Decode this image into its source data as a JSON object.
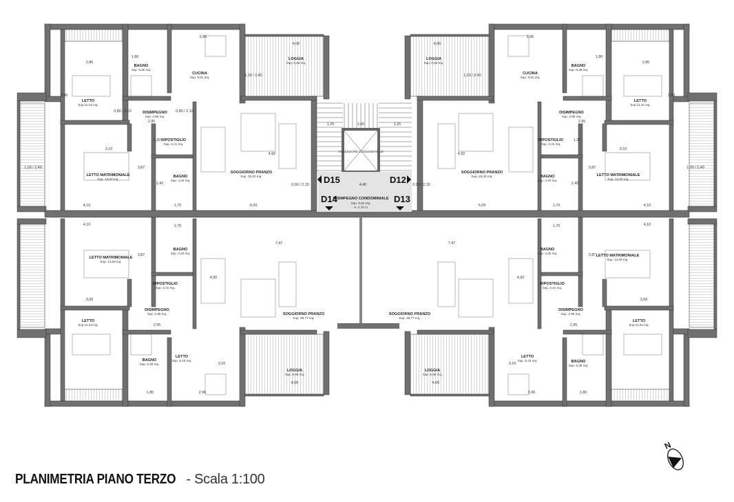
{
  "title": {
    "main": "PLANIMETRIA PIANO TERZO",
    "scale": " - Scala 1:100"
  },
  "compass": {
    "label": "N"
  },
  "core": {
    "elevator": "ASCENSORE CONDOMINIALE",
    "landing_name": "DISIMPEGNO CONDOMINIALE",
    "landing_area": "Sup. 8,50 mq.",
    "landing_height": "H. 2,70 m",
    "landing_width": "4,40",
    "stair_dims": [
      "1,25",
      "1,00",
      "1,25"
    ],
    "doors": [
      "D15",
      "D12",
      "D14",
      "D13"
    ]
  },
  "rooms": [
    {
      "name": "LETTO",
      "area": "Sup.11,24 mq."
    },
    {
      "name": "BAGNO",
      "area": "Sup. 5,38 mq."
    },
    {
      "name": "CUCINA",
      "area": "Sup. 9,81 mq."
    },
    {
      "name": "LOGGIA",
      "area": "Sup. 8,66 mq."
    },
    {
      "name": "DISIMPEGNO",
      "area": "Sup. 2,95 mq."
    },
    {
      "name": "RIPOSTIGLIO",
      "area": "Sup. 2,41 mq."
    },
    {
      "name": "BAGNO",
      "area": "Sup. 4,20 mq."
    },
    {
      "name": "LETTO MATRIMONIALE",
      "area": "Sup. 14,00 mq."
    },
    {
      "name": "SOGGIORNO PRANZO",
      "area": "Sup. 25,30 mq."
    },
    {
      "name": "LETTO",
      "area": "Sup.11,24 mq."
    },
    {
      "name": "BAGNO",
      "area": "Sup. 5,38 mq."
    },
    {
      "name": "CUCINA",
      "area": "Sup. 9,81 mq."
    },
    {
      "name": "LOGGIA",
      "area": "Sup. 8,66 mq."
    },
    {
      "name": "DISIMPEGNO",
      "area": "Sup. 2,95 mq."
    },
    {
      "name": "RIPOSTIGLIO",
      "area": "Sup. 2,41 mq."
    },
    {
      "name": "BAGNO",
      "area": "Sup. 4,20 mq."
    },
    {
      "name": "LETTO MATRIMONIALE",
      "area": "Sup. 14,00 mq."
    },
    {
      "name": "SOGGIORNO PRANZO",
      "area": "Sup. 25,30 mq."
    },
    {
      "name": "LETTO MATRIMONIALE",
      "area": "Sup. 14,00 mq."
    },
    {
      "name": "BAGNO",
      "area": "Sup. 4,20 mq."
    },
    {
      "name": "RIPOSTIGLIO",
      "area": "Sup. 2,41 mq."
    },
    {
      "name": "DISIMPEGNO",
      "area": "Sup. 2,95 mq."
    },
    {
      "name": "LETTO",
      "area": "Sup.11,24 mq."
    },
    {
      "name": "BAGNO",
      "area": "Sup. 5,38 mq."
    },
    {
      "name": "LETTO",
      "area": "Sup. 9,16 mq."
    },
    {
      "name": "SOGGIORNO PRANZO",
      "area": "Sup. 36,77 mq."
    },
    {
      "name": "LOGGIA",
      "area": "Sup. 9,90 mq."
    },
    {
      "name": "SOGGIORNO PRANZO",
      "area": "Sup. 36,77 mq."
    },
    {
      "name": "LOGGIA",
      "area": "Sup. 9,90 mq."
    },
    {
      "name": "LETTO",
      "area": "Sup. 9,16 mq."
    },
    {
      "name": "BAGNO",
      "area": "Sup. 5,38 mq."
    },
    {
      "name": "DISIMPEGNO",
      "area": "Sup. 2,95 mq."
    },
    {
      "name": "RIPOSTIGLIO",
      "area": "Sup. 2,41 mq."
    },
    {
      "name": "BAGNO",
      "area": "Sup. 4,20 mq."
    },
    {
      "name": "LETTO MATRIMONIALE",
      "area": "Sup. 14,00 mq."
    },
    {
      "name": "LETTO",
      "area": "Sup.11,24 mq."
    }
  ],
  "dims": [
    "2,80",
    "1,80",
    "2,96",
    "4,06",
    "3,90",
    "2,95",
    "4,10",
    "1,70",
    "5,09",
    "3,10",
    "3,87",
    "4,92",
    "2,42",
    "1,30",
    "2,80",
    "1,80",
    "2,96",
    "4,06",
    "3,90",
    "2,95",
    "4,10",
    "1,70",
    "5,09",
    "3,10",
    "3,87",
    "4,92",
    "2,42",
    "1,30",
    "4,10",
    "1,70",
    "7,47",
    "3,00",
    "2,95",
    "1,80",
    "2,96",
    "4,06",
    "3,16",
    "4,92",
    "3,87",
    "4,10",
    "1,70",
    "7,47",
    "3,00",
    "2,95",
    "1,80",
    "2,96",
    "4,06",
    "3,16",
    "4,92",
    "3,87"
  ],
  "door_sizes": [
    "0,80 / 2,10",
    "0,90 / 2,10",
    "1,00 / 2,40"
  ]
}
